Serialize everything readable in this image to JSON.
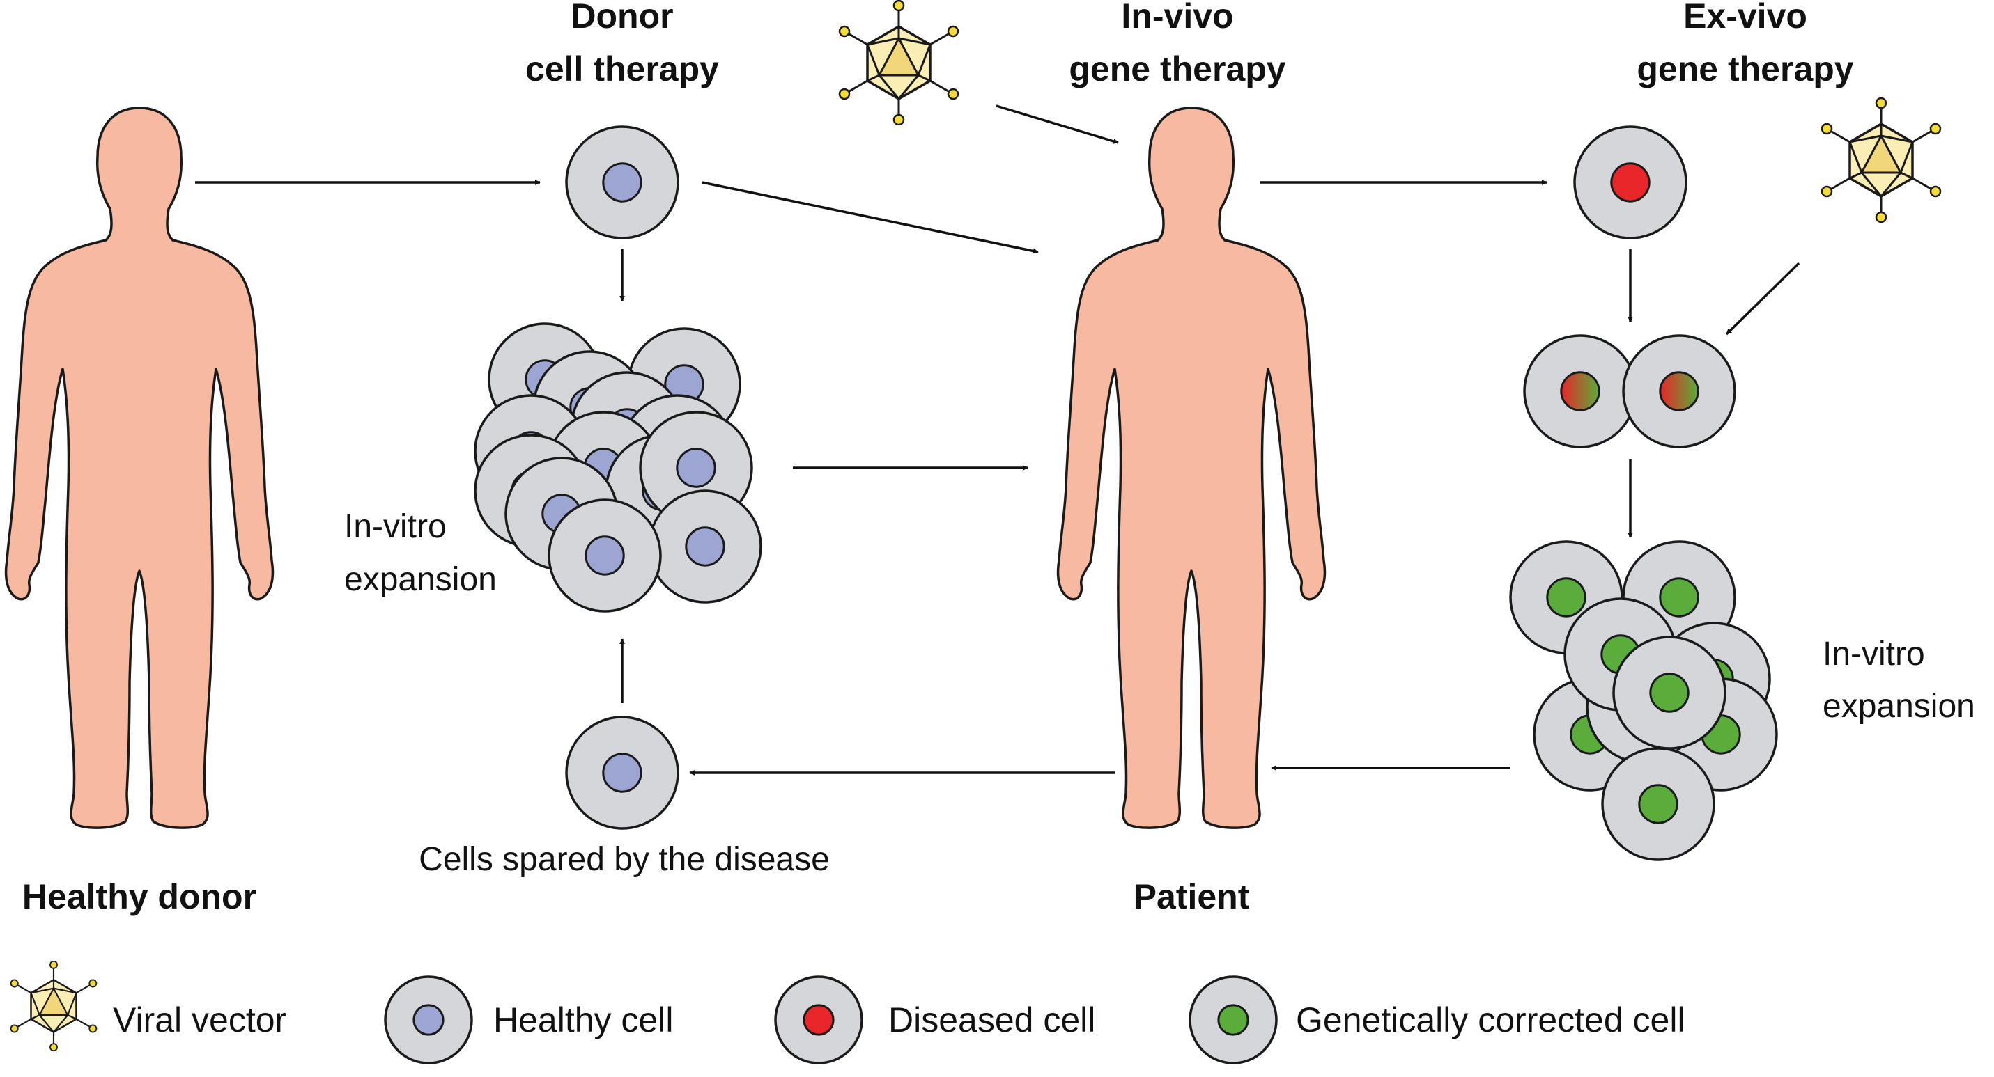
{
  "labels": {
    "healthy_donor": "Healthy donor",
    "patient": "Patient",
    "donor_therapy_l1": "Donor",
    "donor_therapy_l2": "cell therapy",
    "invivo_l1": "In-vivo",
    "invivo_l2": "gene therapy",
    "exvivo_l1": "Ex-vivo",
    "exvivo_l2": "gene therapy",
    "invitro_left_l1": "In-vitro",
    "invitro_left_l2": "expansion",
    "invitro_right_l1": "In-vitro",
    "invitro_right_l2": "expansion",
    "spared": "Cells spared by the disease"
  },
  "legend": [
    {
      "name": "viral-vector",
      "label": "Viral vector"
    },
    {
      "name": "healthy-cell",
      "label": "Healthy cell"
    },
    {
      "name": "diseased-cell",
      "label": "Diseased cell"
    },
    {
      "name": "corrected-cell",
      "label": "Genetically corrected cell"
    }
  ],
  "colors": {
    "body": "#f7b9a0",
    "cell": "#d4d6d9",
    "healthy_nucleus": "#9da6d3",
    "diseased_nucleus": "#e8262a",
    "corrected_nucleus": "#5aad3a",
    "vector_light": "#fbeeb5",
    "vector_dark": "#f2d67a",
    "vector_tip": "#f4dc33"
  },
  "icons": {
    "figure": "human-silhouette-icon",
    "vector": "viral-vector-icon",
    "cell": "cell-icon"
  }
}
